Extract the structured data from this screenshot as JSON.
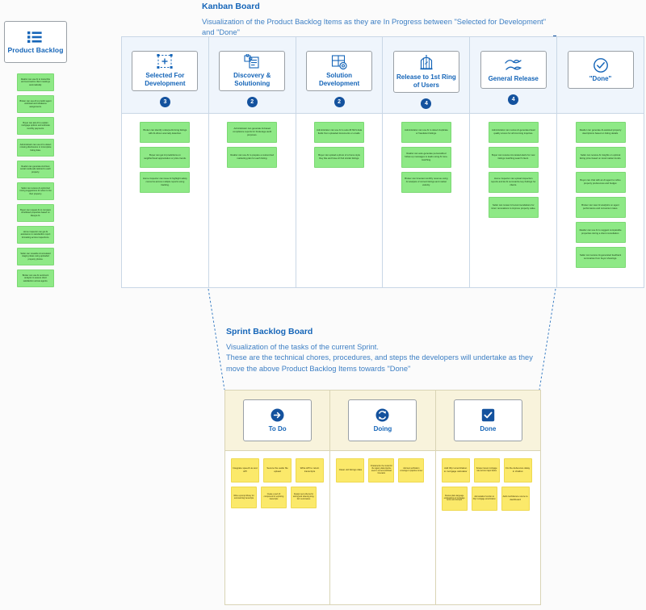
{
  "product_backlog": {
    "label": "Product Backlog",
    "icon": "list-icon",
    "items": [
      "Realtor can use AI to transcribe and summarize client meetings automatically.",
      "Broker can use AI to predict agent workload and rebalance assignments.",
      "Buyer can ask AI to explain mortgage options and estimate monthly payments.",
      "Administrator can use AI to detect missing disclosures or incomplete listing data.",
      "Realtor can generate AI-driven social media ads tailored to each property.",
      "Seller can receive AI-optimized timing suggestions for when to list their property.",
      "Buyer can request AI to compare shortlisted properties based on lifestyle fit.",
      "Home inspector can get AI assistance to standardize report formatting across inspections.",
      "Seller can visualize AI-simulated staging ideas using uploaded property photos.",
      "Broker can use AI sentiment analysis to assess client satisfaction across agents."
    ]
  },
  "kanban": {
    "title": "Kanban Board",
    "subtitle": "Visualization of the Product Backlog Items as they are In Progress between \"Selected for Development\" and \"Done\"",
    "start_marker": "arrow-right-icon",
    "end_marker": "stopwatch-icon",
    "columns": [
      {
        "title": "Selected For Development",
        "icon": "selection-frame-plus-icon",
        "wip_limit": "3",
        "cards": [
          "Broker can identify underperforming listings with AI-driven anomaly detection.",
          "Buyer can get AI predictions on neighborhood appreciation or price trends.",
          "Home inspector can issue AI highlight safety concerns across multiple reports using tracking."
        ]
      },
      {
        "title": "Discovery & Solutioning",
        "icon": "puzzle-document-icon",
        "wip_limit": "2",
        "cards": [
          "Administrator can generate AI-based compliance reports for brokerage audit purposes.",
          "Realtor can use AI to prepare a customized marketing plan for each listing."
        ]
      },
      {
        "title": "Solution Development",
        "icon": "puzzle-gear-icon",
        "wip_limit": "2",
        "cards": [
          "Administrator can use AI to auto-fill MLS data fields from uploaded documents or emails.",
          "Buyer can upload a photo of a home style they like and have AI find similar listings."
        ]
      },
      {
        "title": "Release to 1st Ring of Users",
        "icon": "bird-cage-icon",
        "wip_limit": "4",
        "cards": [
          "Administrator can use AI to detect duplicate or fraudulent listings.",
          "Realtor can auto-generate personalized follow-up messages to leads using AI tone-matching.",
          "Broker can forecast monthly revenue using AI analysis of current listings and market velocity."
        ]
      },
      {
        "title": "General Release",
        "icon": "birds-flying-icon",
        "wip_limit": "4",
        "cards": [
          "Administrator can review AI-generated lead quality scores for all incoming inquiries.",
          "Buyer can receive AI-curated alerts for new listings matching search intent.",
          "Home inspector can upload inspection reports and let AI summarize key findings for clients.",
          "Seller can review AI recommendations for minor renovations to improve property value."
        ]
      },
      {
        "title": "\"Done\"",
        "icon": "check-circle-icon",
        "wip_limit": "",
        "cards": [
          "Realtor can generate AI-assisted property descriptions based on listing details.",
          "Seller can receive AI insights on optimal listing price based on local market trends.",
          "Buyer can chat with an AI agent to refine property preferences and budget.",
          "Broker can view AI analytics on agent performance and conversion rates.",
          "Realtor can use AI to suggest comparable properties during a client consultation.",
          "Seller can receive AI-generated feedback summaries from buyer showings."
        ]
      }
    ]
  },
  "sprint": {
    "title": "Sprint Backlog Board",
    "subtitle": "Visualization of the tasks of the current Sprint.\nThese are the technical chores, procedures, and steps the developers will undertake as they move the above Product Backlog Items towards \"Done\"",
    "columns": [
      {
        "title": "To Do",
        "icon": "arrow-right-circle-icon",
        "cards": [
          "Integrate speech-to-text API",
          "Secure the audio file upload",
          "Write API to return transcripts",
          "Write a prompt library for summarizing transcripts",
          "Create a web UI component for exploring transcripts",
          "Design new schema for storing and indexing long-form summaries"
        ]
      },
      {
        "title": "Doing",
        "icon": "sync-circle-icon",
        "cards": [
          "Clean old listings data",
          "Characterize the model for the legacy data pipeline used in current workload forecasts",
          "Add test verification coverage to pipeline runner"
        ]
      },
      {
        "title": "Done",
        "icon": "checkbox-checked-icon",
        "cards": [
          "Add 30yr amortization to mortgage calculator",
          "Scrape interest mortgage rate across major banks",
          "Fix the debounce delay in chatbot",
          "Review plain-language explanations of mortgage terms and tool-tips",
          "Add variation function to 30yr mortgage amortization",
          "Add confidence score to dashboard"
        ]
      }
    ]
  },
  "colors": {
    "brand_blue": "#1565b8",
    "deep_blue": "#14529e",
    "green_card": "#8ee986",
    "yellow_card": "#fbe96a",
    "kanban_head": "#eff5fc",
    "sprint_head": "#f8f3dc"
  }
}
